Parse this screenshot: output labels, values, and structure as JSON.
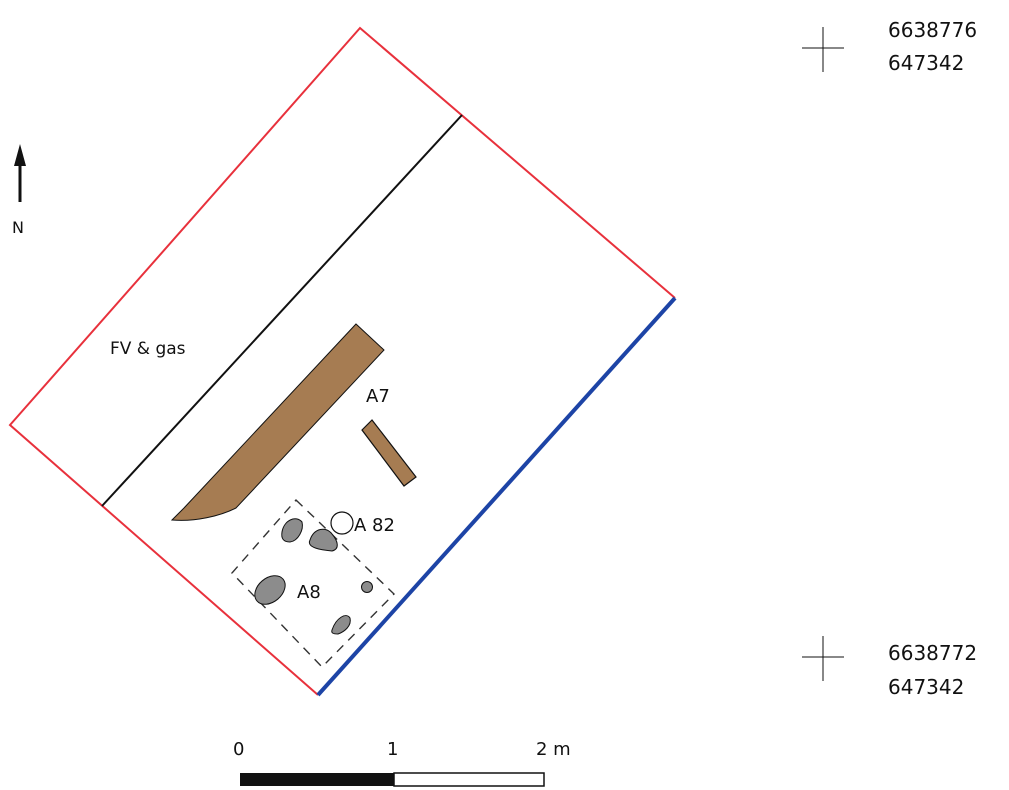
{
  "north": {
    "label": "N"
  },
  "labels": {
    "utility": "FV & gas",
    "a7": "A7",
    "a82": "A 82",
    "a8": "A8"
  },
  "coordinates": {
    "top": {
      "north": "6638776",
      "east": "647342"
    },
    "bottom": {
      "north": "6638772",
      "east": "647342"
    }
  },
  "scale_bar": {
    "tick_0": "0",
    "tick_1": "1",
    "tick_2": "2 m"
  },
  "colors": {
    "trench_outline": "#e8313c",
    "trench_edge": "#1d44a6",
    "feature_fill": "#a67c52",
    "stone_fill": "#8c8c8c",
    "line": "#111111"
  }
}
